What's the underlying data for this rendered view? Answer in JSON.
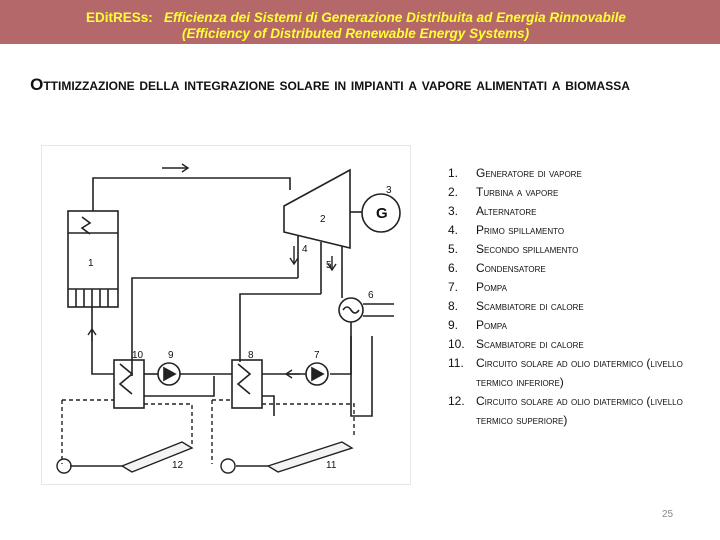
{
  "header": {
    "brand": "EDitRESs:",
    "title_it": "Efficienza dei Sistemi di Generazione Distribuita ad Energia Rinnovabile",
    "title_en": "(Efficiency of Distributed Renewable Energy Systems)"
  },
  "slide": {
    "title": "Ottimizzazione della integrazione solare in impianti a vapore alimentati a biomassa",
    "page_number": "25"
  },
  "diagram": {
    "labels": [
      "1",
      "2",
      "3",
      "G",
      "4",
      "5",
      "6",
      "7",
      "8",
      "9",
      "10",
      "11",
      "12"
    ]
  },
  "legend": {
    "items": [
      {
        "num": "1.",
        "text": "Generatore di vapore"
      },
      {
        "num": "2.",
        "text": "Turbina a vapore"
      },
      {
        "num": "3.",
        "text": "Alternatore"
      },
      {
        "num": "4.",
        "text": "Primo spillamento"
      },
      {
        "num": "5.",
        "text": "Secondo spillamento"
      },
      {
        "num": "6.",
        "text": "Condensatore"
      },
      {
        "num": "7.",
        "text": "Pompa"
      },
      {
        "num": "8.",
        "text": "Scambiatore di calore"
      },
      {
        "num": "9.",
        "text": "Pompa"
      },
      {
        "num": "10.",
        "text": "Scambiatore di calore"
      },
      {
        "num": "11.",
        "text": "Circuito solare ad olio diatermico (livello termico inferiore)"
      },
      {
        "num": "12.",
        "text": "Circuito solare ad olio diatermico (livello termico superiore)"
      }
    ]
  },
  "colors": {
    "banner_bg": "#b5686a",
    "banner_text": "#ffff33"
  }
}
